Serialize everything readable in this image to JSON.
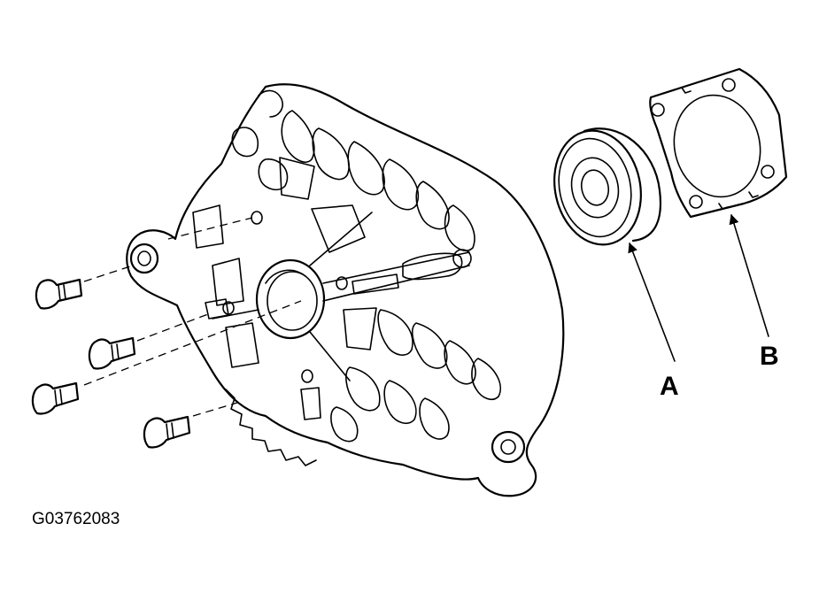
{
  "figure_id": "G03762083",
  "callouts": {
    "a": "A",
    "b": "B"
  },
  "colors": {
    "ink": "#000000",
    "paper": "#ffffff"
  }
}
